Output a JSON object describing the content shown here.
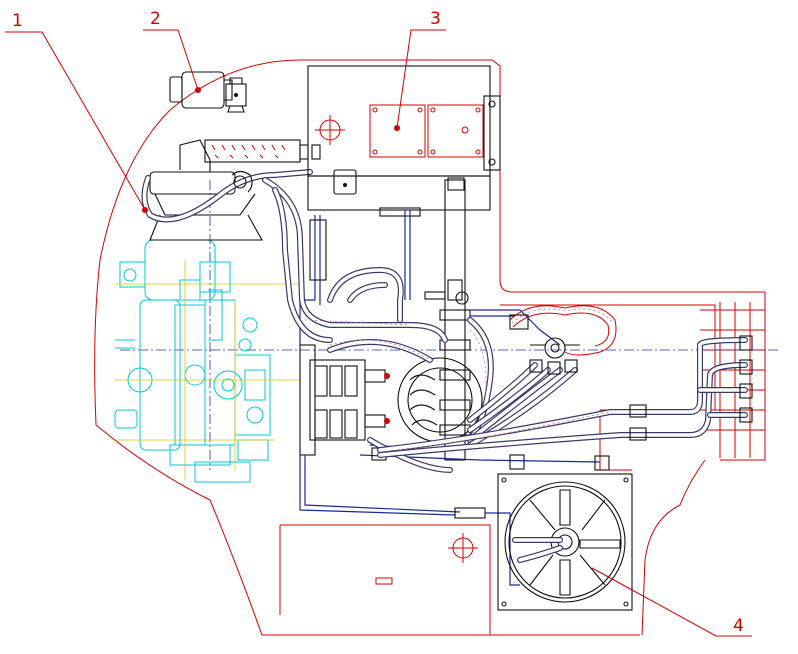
{
  "callouts": [
    {
      "id": "1",
      "label": "1"
    },
    {
      "id": "2",
      "label": "2"
    },
    {
      "id": "3",
      "label": "3"
    },
    {
      "id": "4",
      "label": "4"
    }
  ],
  "colors": {
    "outline": "#d40000",
    "engine": "#00c8d8",
    "piping": "#101010",
    "hose_highlight": "#d46a8a",
    "centerline": "#2233aa"
  }
}
